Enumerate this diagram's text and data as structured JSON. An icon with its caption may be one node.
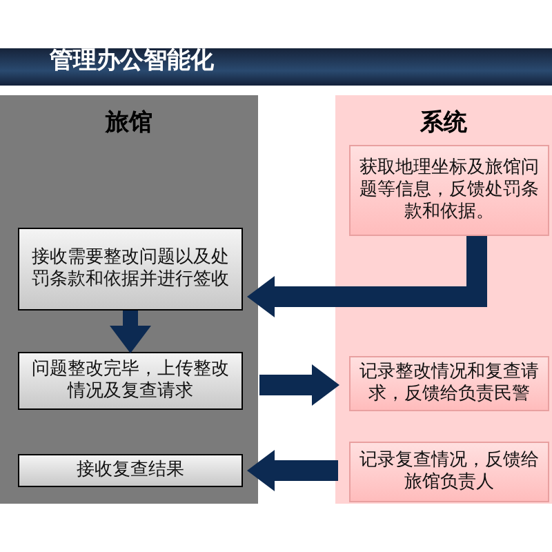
{
  "diagram": {
    "title": "管理办公智能化",
    "nodes": [
      {
        "text": [
          "旅馆"
        ]
      },
      {
        "text": [
          "系统"
        ]
      },
      {
        "text": [
          "接收需要整改问题以及处罚条款和依据并进行签收"
        ],
        "in": 0
      },
      {
        "text": [
          "问题整改完毕，上传整改情况及复查请求"
        ],
        "in": 0
      },
      {
        "text": [
          "接收复查结果"
        ],
        "in": 0
      },
      {
        "text": [
          "获取地理坐标及旅馆问题等信息，反馈处罚条款和依据。"
        ],
        "in": 1
      },
      {
        "text": [
          "记录整改情况和复查请求，反馈给负责民警"
        ],
        "in": 1
      },
      {
        "text": [
          "记录复查情况，反馈给旅馆负责人"
        ],
        "in": 1
      }
    ],
    "edges": [
      {
        "from": 5,
        "to": 2,
        "arrow": "to"
      },
      {
        "from": 2,
        "to": 3,
        "arrow": "to"
      },
      {
        "from": 3,
        "to": 6,
        "arrow": "to"
      },
      {
        "from": 7,
        "to": 4,
        "arrow": "to"
      }
    ]
  }
}
